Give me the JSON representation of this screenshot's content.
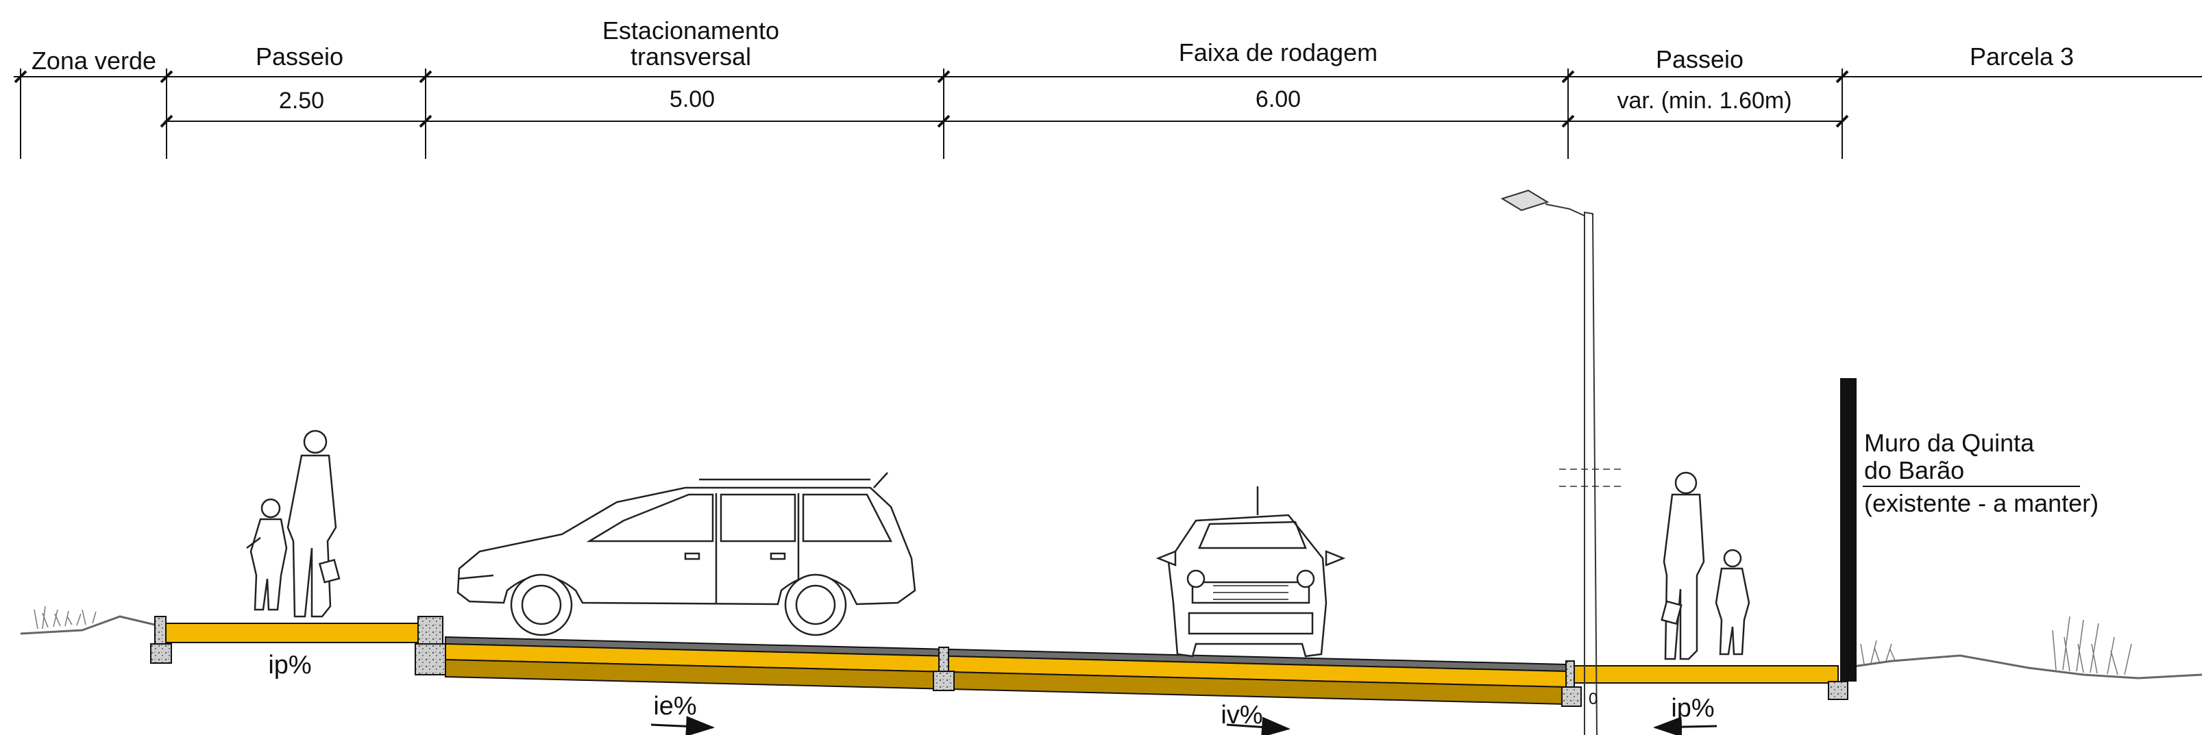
{
  "header": {
    "columns": [
      {
        "label": "Zona verde",
        "value": ""
      },
      {
        "label": "Passeio",
        "value": "2.50"
      },
      {
        "label": "Estacionamento\ntransversal",
        "value": "5.00"
      },
      {
        "label": "Faixa de rodagem",
        "value": "6.00"
      },
      {
        "label": "Passeio",
        "value": "var. (min. 1.60m)"
      },
      {
        "label": "Parcela 3",
        "value": ""
      }
    ]
  },
  "section": {
    "wall_label_line1": "Muro da Quinta",
    "wall_label_line2": "do Barão",
    "wall_label_line3": "(existente - a manter)",
    "slope_left_walk": "ip%",
    "slope_parking": "ie%",
    "slope_road": "iv%",
    "slope_right_walk": "ip%",
    "pole_marker": "0"
  },
  "colors": {
    "line": "#111111",
    "asphalt": "#6e6e6e",
    "base_yellow": "#f5b800",
    "sub_base": "#b88a00",
    "ground": "#666666"
  },
  "icons": [
    "tree-grass-icon",
    "pedestrian-adult-icon",
    "pedestrian-child-icon",
    "station-wagon-car-icon",
    "front-car-icon",
    "street-lamp-icon"
  ]
}
